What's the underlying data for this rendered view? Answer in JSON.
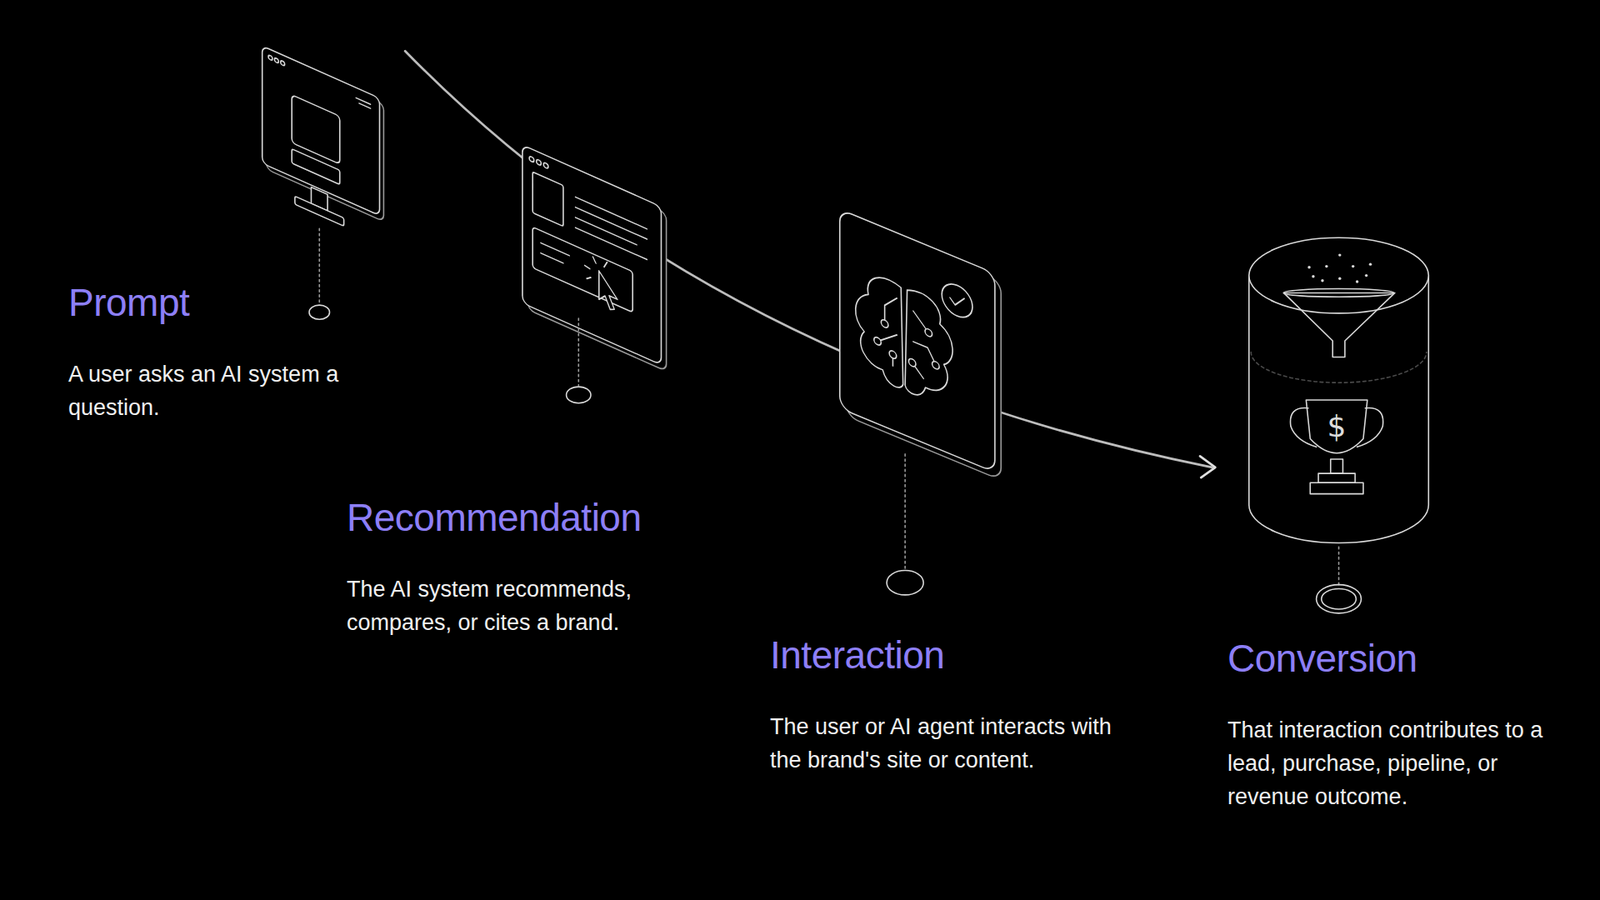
{
  "diagram": {
    "nodes": [
      {
        "text": [
          "Prompt",
          "A user asks an AI system a question."
        ]
      },
      {
        "text": [
          "Recommendation",
          "The AI system recommends, compares, or cites a brand."
        ]
      },
      {
        "text": [
          "Interaction",
          "The user or AI agent interacts with the brand's site or content."
        ]
      },
      {
        "text": [
          "Conversion",
          "That interaction contributes to a lead, purchase, pipeline, or revenue outcome."
        ]
      }
    ],
    "labels": [
      "$"
    ]
  }
}
